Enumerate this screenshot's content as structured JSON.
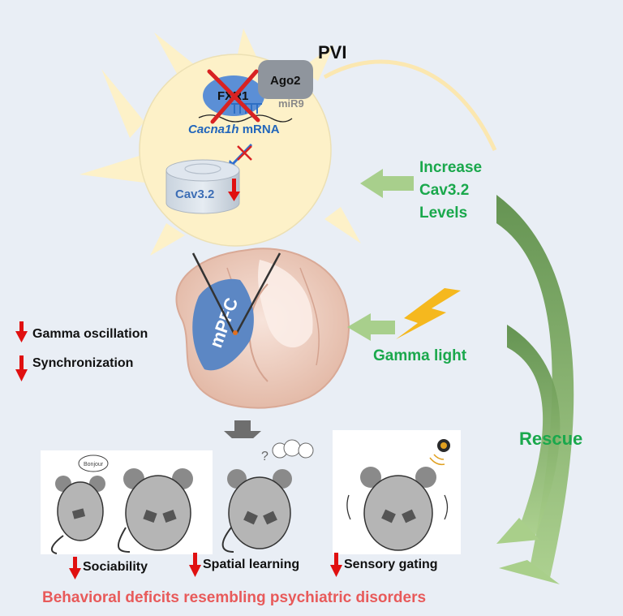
{
  "cell": {
    "pvi_label": "PVI",
    "fxr1_label": "FXR1",
    "ago2_label": "Ago2",
    "mir9_label": "miR9",
    "mrna_label_italic": "Cacna1h",
    "mrna_label_suffix": " mRNA",
    "channel_label": "Cav3.2"
  },
  "treatments": {
    "increase_line1": "Increase",
    "increase_line2": "Cav3.2",
    "increase_line3": "Levels",
    "gamma_light": "Gamma light",
    "rescue": "Rescue"
  },
  "brain": {
    "region_label": "mPFC",
    "deficit_1": "Gamma oscillation",
    "deficit_2": "Synchronization"
  },
  "behaviors": {
    "sociability": "Sociability",
    "spatial_learning": "Spatial learning",
    "sensory_gating": "Sensory gating",
    "speech_bubble": "Bonjour"
  },
  "footer": {
    "summary": "Behavioral deficits resembling psychiatric disorders"
  },
  "colors": {
    "background": "#e9eef5",
    "cell_fill": "#fdf1c8",
    "green_text": "#1aa84c",
    "red_arrow": "#e01010",
    "blue_text": "#2266bb",
    "footer_red": "#e85a5a"
  }
}
